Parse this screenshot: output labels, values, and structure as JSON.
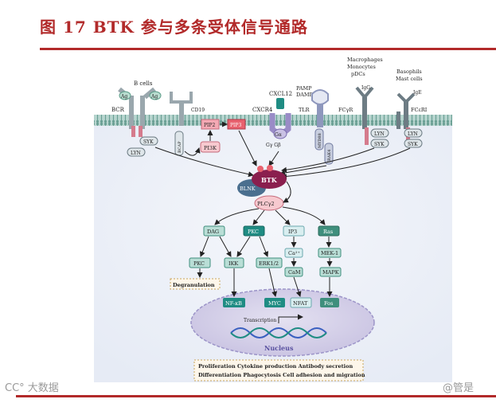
{
  "title": "图 17   BTK 参与多条受体信号通路",
  "colors": {
    "accent": "#b22a2a",
    "membrane": "#7fb2a8",
    "node_fill": "#dff0ea",
    "node_border": "#3f8f7d",
    "pink_node": "#f4a9b4",
    "btk": "#8a1f4e",
    "nucleus": "#d7d3ea"
  },
  "labels": {
    "b_cells": "B cells",
    "ag1": "Ag",
    "ag2": "Ag",
    "bcr": "BCR",
    "cd19": "CD19",
    "cxcl12": "CXCL12",
    "cxcr4": "CXCR4",
    "pamp": "PAMP",
    "damp": "DAMP",
    "tlr": "TLR",
    "myd88": "MYD88",
    "irak4": "IRAK4",
    "macrophages": "Macrophages",
    "monocytes": "Monocytes",
    "pdcs": "pDCs",
    "fcgr": "FCγR",
    "igg": "IgG",
    "basophils": "Basophils",
    "mast_cells": "Mast cells",
    "ige": "IgE",
    "fcer1": "FCεRI",
    "galpha": "Gα",
    "gbg": "Gγ Gβ",
    "lyn_left": "LYN",
    "syk_left": "SYK",
    "lyn_mid": "LYN",
    "syk_mid": "SYK",
    "lyn_right": "LYN",
    "syk_right": "SYK",
    "bcap": "BCAP",
    "pip2": "PIP2",
    "pip3": "PIP3",
    "pi3k": "PI3K",
    "btk": "BTK",
    "blnk": "BLNK",
    "plcg2": "PLCγ2",
    "dag": "DAG",
    "pkc_top": "PKC",
    "ip3": "IP3",
    "ras": "Ras",
    "pkc_low": "PKC",
    "ikk": "IKK",
    "erk": "ERK1/2",
    "ca": "Ca²⁺",
    "mek": "MEK-1",
    "cam": "CaM",
    "mapk": "MAPK",
    "degranulation": "Degranulation",
    "nfkb": "NF-κB",
    "myc": "MYC",
    "nfat": "NFAT",
    "fos": "Fos",
    "transcription": "Transcription",
    "nucleus": "Nucleus",
    "outcome_line1": "Proliferation    Cytokine production    Antibody secretion",
    "outcome_line2": "Differentiation  Phagocytosis  Cell adhesion and migration"
  },
  "watermark_left": "CC° 大数据",
  "watermark_right": "@管是"
}
